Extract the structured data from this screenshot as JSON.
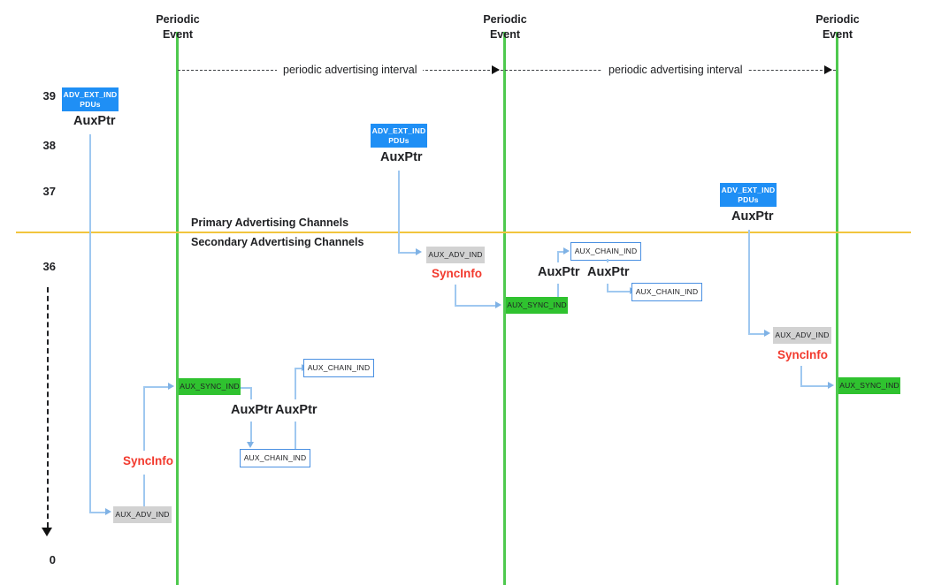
{
  "diagram": {
    "title": "Bluetooth LE Periodic Advertising Timeline",
    "colors": {
      "event_line": "#4ec94e",
      "channel_divider": "#f2c53d",
      "adv_ext_box": "#1f8ff5",
      "aux_adv_box": "#d2d2d2",
      "aux_sync_box": "#2fc22f",
      "aux_chain_border": "#4a90e2",
      "syncinfo_text": "#f23a2e",
      "connector": "#9fc8f0"
    }
  },
  "event_markers": [
    {
      "label_line1": "Periodic",
      "label_line2": "Event"
    },
    {
      "label_line1": "Periodic",
      "label_line2": "Event"
    },
    {
      "label_line1": "Periodic",
      "label_line2": "Event"
    }
  ],
  "intervals": [
    {
      "label": "periodic advertising interval"
    },
    {
      "label": "periodic advertising interval"
    }
  ],
  "channels": {
    "primary_label": "Primary Advertising Channels",
    "secondary_label": "Secondary Advertising Channels"
  },
  "axis": {
    "ticks": [
      "39",
      "38",
      "37",
      "36",
      "0"
    ]
  },
  "pdus": {
    "adv_ext_ind": "ADV_EXT_IND\nPDUs",
    "aux_adv_ind": "AUX_ADV_IND",
    "aux_sync_ind": "AUX_SYNC_IND",
    "aux_chain_ind": "AUX_CHAIN_IND"
  },
  "pointers": {
    "auxptr": "AuxPtr",
    "syncinfo": "SyncInfo"
  },
  "blocks": {
    "adv_ext_1": "ADV_EXT_IND\nPDUs",
    "adv_ext_2": "ADV_EXT_IND\nPDUs",
    "adv_ext_3": "ADV_EXT_IND\nPDUs",
    "auxptr_1": "AuxPtr",
    "auxptr_2": "AuxPtr",
    "auxptr_3": "AuxPtr",
    "syncinfo_1": "SyncInfo",
    "syncinfo_2": "SyncInfo",
    "syncinfo_3": "SyncInfo",
    "aux_adv_1": "AUX_ADV_IND",
    "aux_adv_2": "AUX_ADV_IND",
    "aux_adv_3": "AUX_ADV_IND",
    "aux_sync_1": "AUX_SYNC_IND",
    "aux_sync_2": "AUX_SYNC_IND",
    "aux_sync_3": "AUX_SYNC_IND",
    "chain_1a": "AUX_CHAIN_IND",
    "chain_1b": "AUX_CHAIN_IND",
    "chain_2a": "AUX_CHAIN_IND",
    "chain_2b": "AUX_CHAIN_IND",
    "auxptr_c1a": "AuxPtr",
    "auxptr_c1b": "AuxPtr",
    "auxptr_c2a": "AuxPtr",
    "auxptr_c2b": "AuxPtr"
  }
}
